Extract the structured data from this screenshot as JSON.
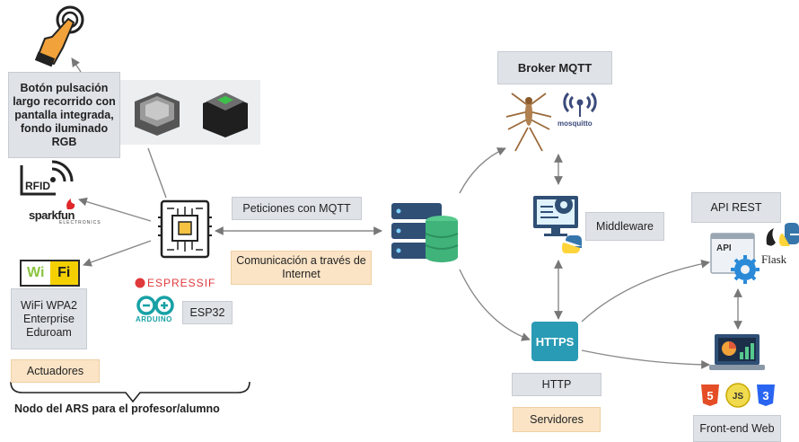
{
  "labels": {
    "boton": "Botón pulsación largo recorrido con pantalla integrada, fondo iluminado RGB",
    "peticiones": "Peticiones con MQTT",
    "comunicacion": "Comunicación a través de Internet",
    "wifi": "WiFi WPA2 Enterprise Eduroam",
    "actuadores": "Actuadores",
    "esp32": "ESP32",
    "nodo": "Nodo del ARS para el profesor/alumno",
    "broker": "Broker MQTT",
    "middleware": "Middleware",
    "api_rest": "API REST",
    "http": "HTTP",
    "servidores": "Servidores",
    "frontend": "Front-end Web"
  },
  "logos": {
    "rfid": "RFID",
    "sparkfun": "sparkfun",
    "sparkfun_sub": "ELECTRONICS",
    "wifi_left": "Wi",
    "wifi_right": "Fi",
    "espressif": "ESPRESSIF",
    "arduino": "ARDUINO",
    "mosquitto": "mosquitto",
    "https": "HTTPS",
    "api": "API",
    "flask": "Flask",
    "html5": "5",
    "js": "JS",
    "css3": "3"
  },
  "colors": {
    "gray_box": "#dfe3e8",
    "peach_box": "#fbe4c6",
    "server_blue": "#2f4f75",
    "db_green": "#3fb37a",
    "hand_orange": "#f2a23a",
    "https_teal": "#2a9bb5"
  }
}
